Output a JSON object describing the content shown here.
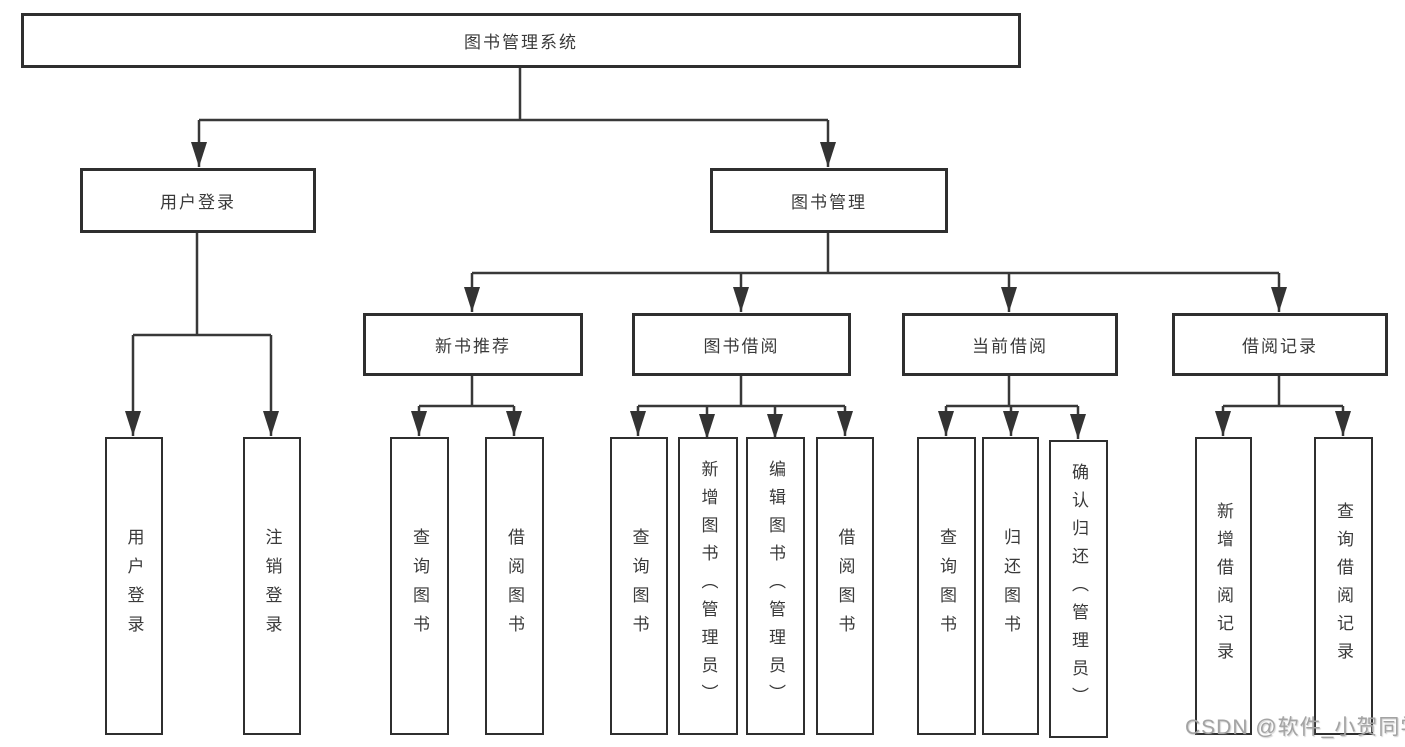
{
  "diagram": {
    "type": "hierarchy-tree",
    "title": "图书管理系统",
    "root": {
      "label": "图书管理系统"
    },
    "level2": [
      {
        "label": "用户登录"
      },
      {
        "label": "图书管理"
      }
    ],
    "level3": [
      {
        "label": "新书推荐",
        "parent": "图书管理"
      },
      {
        "label": "图书借阅",
        "parent": "图书管理"
      },
      {
        "label": "当前借阅",
        "parent": "图书管理"
      },
      {
        "label": "借阅记录",
        "parent": "图书管理"
      }
    ],
    "leaves": {
      "under_user_login": [
        "用户登录",
        "注销登录"
      ],
      "under_new_book_recommend": [
        "查询图书",
        "借阅图书"
      ],
      "under_book_borrow": [
        "查询图书",
        "新增图书（管理员）",
        "编辑图书（管理员）",
        "借阅图书"
      ],
      "under_current_borrow": [
        "查询图书",
        "归还图书",
        "确认归还（管理员）"
      ],
      "under_borrow_records": [
        "新增借阅记录",
        "查询借阅记录"
      ]
    },
    "watermark": "CSDN @软件_小贺同学",
    "colors": {
      "line": "#383838",
      "border": "#2f2f2f",
      "text": "#3a3a3a",
      "watermark": "#a3a3a3",
      "background": "#ffffff"
    }
  }
}
